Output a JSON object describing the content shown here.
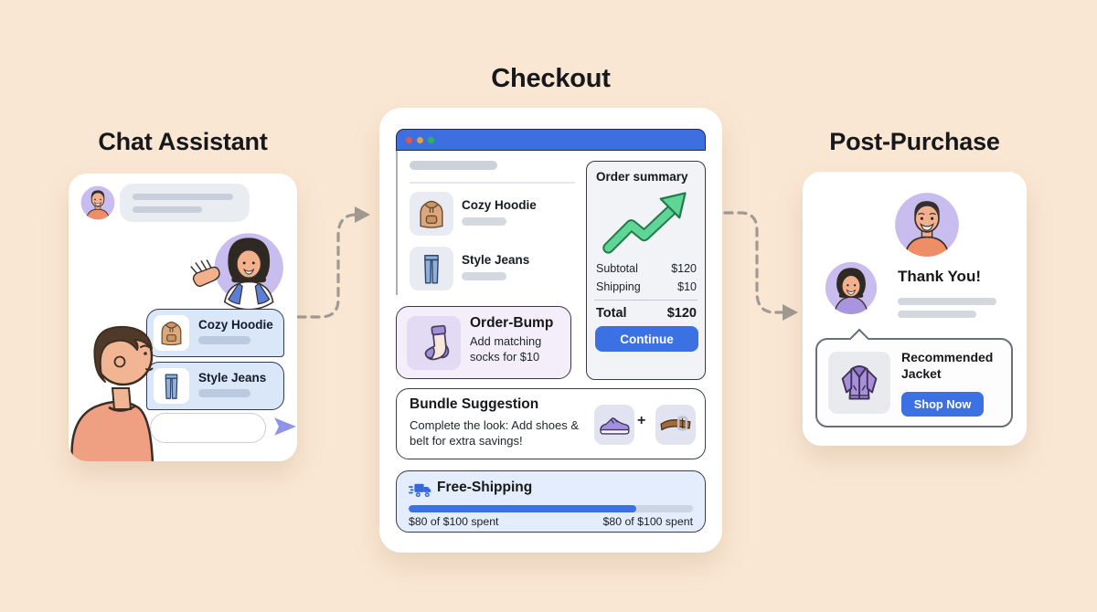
{
  "colors": {
    "page_background": "#FAE7D3",
    "accent_blue": "#3B6FE0",
    "success_green": "#5FD695",
    "avatar_lavender": "#C9BCEF",
    "progress_track": "#CBD5E3",
    "traffic_lights": [
      "#E4554B",
      "#DFA13B",
      "#2EB551"
    ]
  },
  "icons": {
    "window_controls": [
      "close",
      "minimize",
      "zoom"
    ],
    "send": "paper-plane",
    "trend": "zigzag-arrow-up-right",
    "truck": "delivery-truck",
    "product_icons": [
      "hoodie",
      "jeans",
      "sock",
      "sneaker",
      "belt",
      "jacket"
    ]
  },
  "chat": {
    "heading": "Chat Assistant",
    "messages": [
      {
        "name": "Cozy Hoodie"
      },
      {
        "name": "Style Jeans"
      }
    ]
  },
  "checkout": {
    "heading": "Checkout",
    "products": [
      {
        "name": "Cozy Hoodie"
      },
      {
        "name": "Style Jeans"
      }
    ],
    "order_summary": {
      "title": "Order summary",
      "rows": [
        {
          "label": "Subtotal",
          "value": "$120"
        },
        {
          "label": "Shipping",
          "value": "$10"
        }
      ],
      "total_label": "Total",
      "total_value": "$120",
      "continue_label": "Continue"
    },
    "order_bump": {
      "title": "Order-Bump",
      "description": "Add matching socks for $10"
    },
    "bundle": {
      "title": "Bundle Suggestion",
      "description": "Complete the look: Add shoes & belt for extra savings!",
      "plus": "+"
    },
    "free_shipping": {
      "title": "Free-Shipping",
      "progress_percent": 80,
      "left_label": "$80 of $100 spent",
      "right_label": "$80 of $100 spent"
    }
  },
  "post_purchase": {
    "heading": "Post-Purchase",
    "thank_you": "Thank You!",
    "recommendation": {
      "title": "Recommended Jacket",
      "shop_label": "Shop Now"
    }
  }
}
